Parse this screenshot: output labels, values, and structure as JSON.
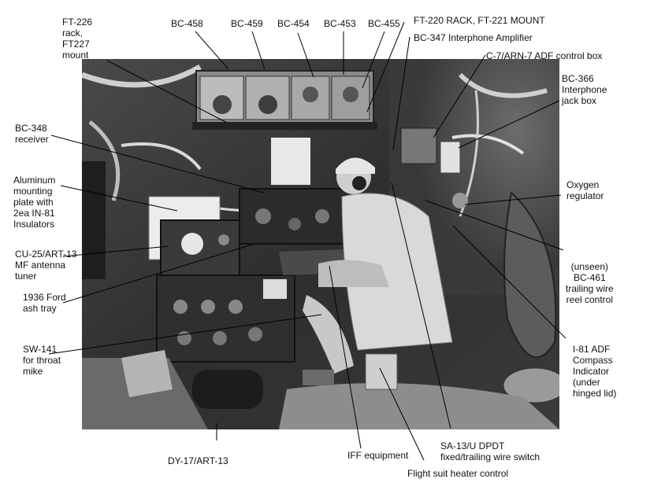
{
  "figure": {
    "photo_description_icon": "radio-operator-station-photo",
    "labels": {
      "ft226": "FT-226\nrack,\nFT227\nmount",
      "bc458": "BC-458",
      "bc459": "BC-459",
      "bc454": "BC-454",
      "bc453": "BC-453",
      "bc455": "BC-455",
      "ft220": "FT-220 RACK, FT-221 MOUNT",
      "bc347": "BC-347 Interphone Amplifier",
      "c7arn7": "C-7/ARN-7 ADF control box",
      "bc366": "BC-366\nInterphone\njack box",
      "bc348": "BC-348\nreceiver",
      "aluminum": "Aluminum\nmounting\nplate with\n2ea IN-81\nInsulators",
      "oxygen": "Oxygen\nregulator",
      "cu25": "CU-25/ART-13\nMF antenna\ntuner",
      "ford": "1936 Ford\nash tray",
      "bc461": "(unseen)\nBC-461\ntrailing wire\nreel control",
      "sw141": "SW-141\nfor throat\nmike",
      "i81": "I-81 ADF\nCompass\nIndicator\n(under\nhinged lid)",
      "iff": "IFF equipment",
      "sa13": "SA-13/U DPDT\nfixed/trailing wire switch",
      "dy17": "DY-17/ART-13",
      "flightsuit": "Flight suit heater control"
    }
  }
}
